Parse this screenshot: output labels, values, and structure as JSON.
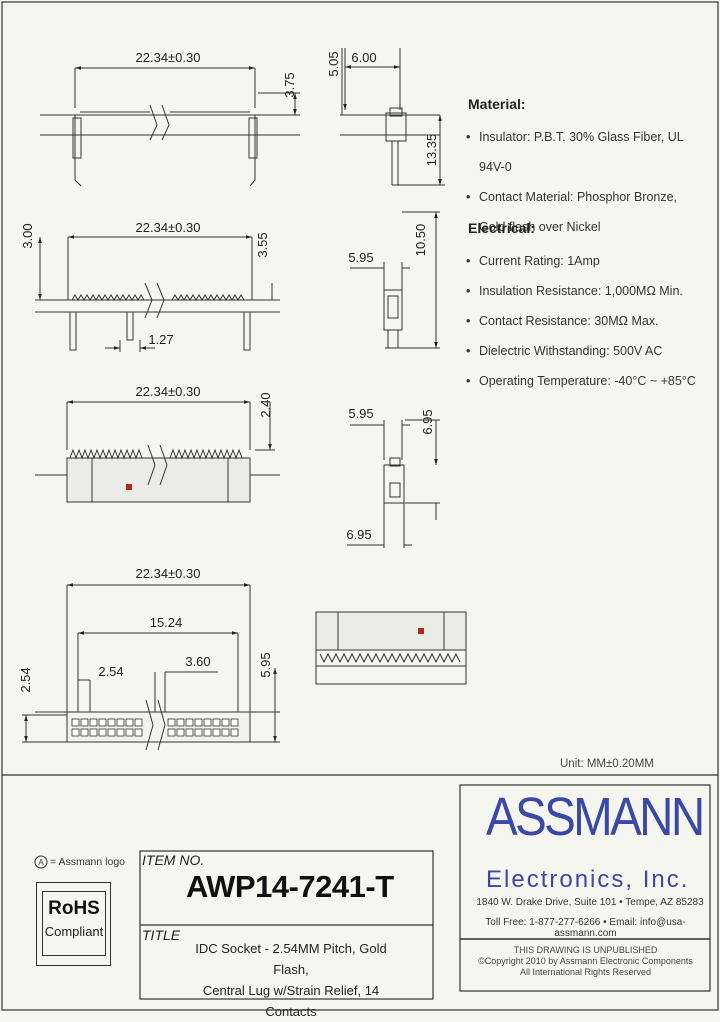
{
  "dimensions": {
    "v1_width": "22.34±0.30",
    "v1_height": "3.75",
    "v2_width": "22.34±0.30",
    "v2_left": "3.00",
    "v2_right": "3.55",
    "v2_pitch": "1.27",
    "v3_width": "22.34±0.30",
    "v3_height": "2.40",
    "v4_width": "22.34±0.30",
    "v4_inner": "15.24",
    "v4_pitch": "2.54",
    "v4_offset": "3.60",
    "v4_left": "2.54",
    "v4_right": "5.95",
    "s1_top": "5.05",
    "s1_width": "6.00",
    "s1_height": "13.35",
    "s2_width": "5.95",
    "s2_height": "10.50",
    "s3_width": "5.95",
    "s3_height": "6.95",
    "s3_bottom": "6.95"
  },
  "specs": {
    "material_title": "Material:",
    "material": [
      "Insulator: P.B.T. 30% Glass Fiber, UL 94V-0",
      "Contact Material: Phosphor Bronze, Gold flash over Nickel"
    ],
    "electrical_title": "Electrical:",
    "electrical": [
      "Current Rating: 1Amp",
      "Insulation Resistance: 1,000MΩ Min.",
      "Contact Resistance: 30MΩ Max.",
      "Dielectric Withstanding: 500V AC",
      "Operating Temperature: -40°C ~ +85°C"
    ]
  },
  "unit": "Unit: MM±0.20MM",
  "title_block": {
    "item_label": "ITEM NO.",
    "part_number": "AWP14-7241-T",
    "title_label": "TITLE",
    "description_line1": "IDC Socket - 2.54MM Pitch, Gold Flash,",
    "description_line2": "Central Lug w/Strain Relief, 14 Contacts"
  },
  "company": {
    "logo_main": "ASSMANN",
    "logo_sub": "Electronics, Inc.",
    "address": "1840 W. Drake Drive, Suite 101 • Tempe, AZ 85283",
    "contact": "Toll Free: 1-877-277-6266 • Email: info@usa-assmann.com",
    "notice1": "THIS DRAWING IS UNPUBLISHED",
    "notice2": "©Copyright 2010 by Assmann Electronic Components",
    "notice3": "All International Rights Reserved"
  },
  "logo_note": "= Assmann logo",
  "rohs": {
    "title": "RoHS",
    "subtitle": "Compliant"
  },
  "colors": {
    "brand": "#3a48a8",
    "line": "#333333",
    "marker": "#b0281e"
  }
}
